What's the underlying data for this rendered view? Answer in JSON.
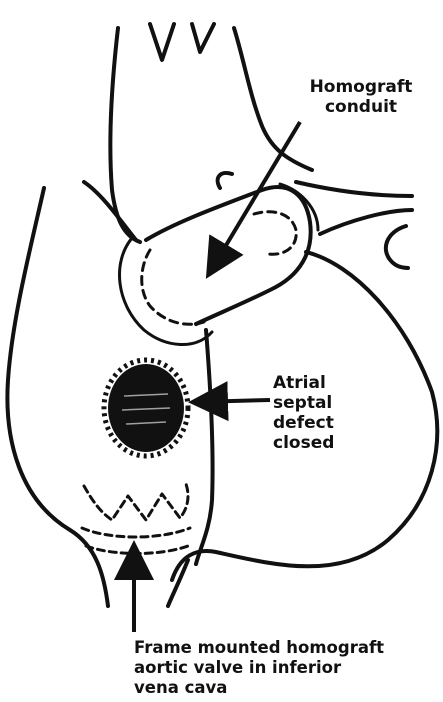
{
  "figure": {
    "labels": {
      "homograft_conduit": [
        "Homograft",
        "conduit"
      ],
      "asd_closed": [
        "Atrial",
        "septal",
        "defect",
        "closed"
      ],
      "valve": [
        "Frame mounted homograft",
        "aortic valve in inferior",
        "vena cava"
      ]
    },
    "colors": {
      "ink": "#111111",
      "background": "#ffffff"
    }
  }
}
